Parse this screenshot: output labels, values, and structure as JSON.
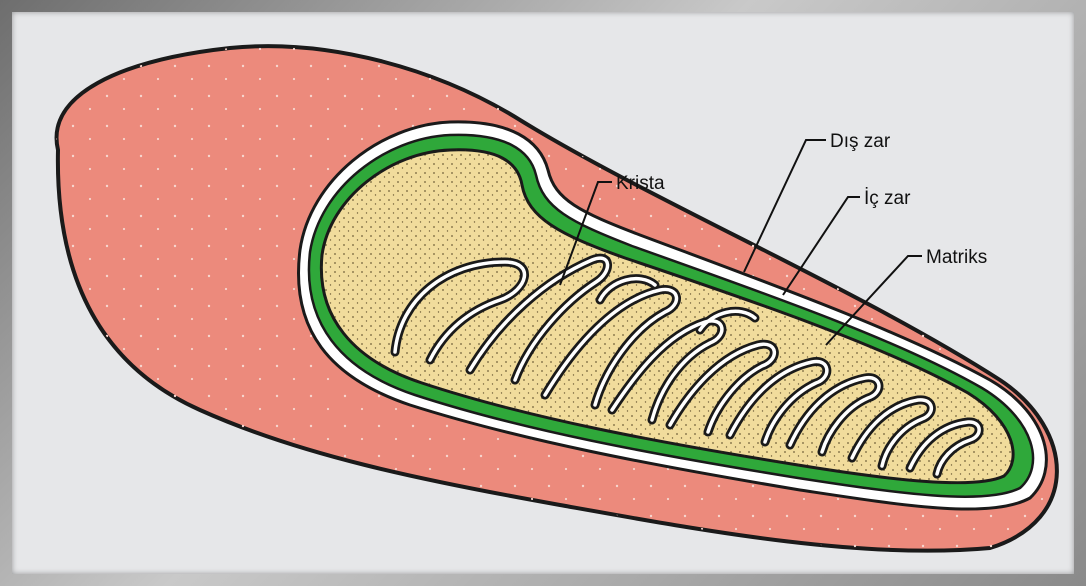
{
  "labels": {
    "krista": "Krista",
    "dis_zar": "Dış zar",
    "ic_zar": "İç zar",
    "matriks": "Matriks"
  },
  "colors": {
    "outer_membrane": "#ec8a7c",
    "intermembrane_green": "#2fa83a",
    "matrix_fill": "#f1dc9c",
    "frame_background": "#e6e7e9"
  }
}
